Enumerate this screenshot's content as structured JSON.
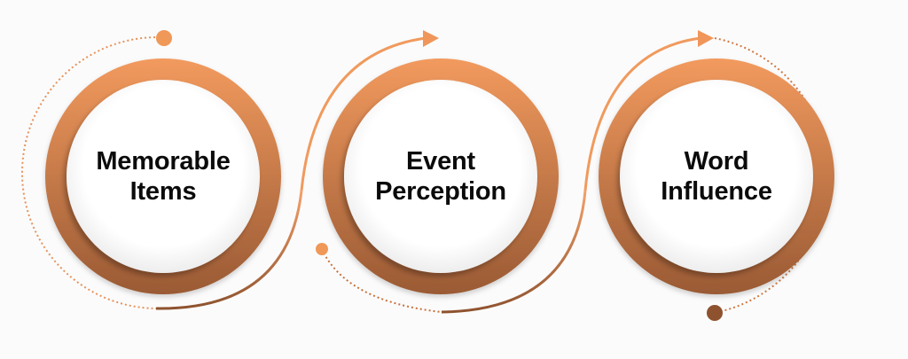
{
  "diagram": {
    "colors": {
      "ring_top": "#F29A5E",
      "ring_bottom": "#9A5A34",
      "connector_light": "#F4A06A",
      "connector_dark": "#8E522E",
      "inner_fill": "#FFFFFF",
      "text": "#0B0B0B",
      "background": "#FBFBFB"
    },
    "steps": [
      {
        "line1": "Memorable",
        "line2": "Items"
      },
      {
        "line1": "Event",
        "line2": "Perception"
      },
      {
        "line1": "Word",
        "line2": "Influence"
      }
    ]
  }
}
